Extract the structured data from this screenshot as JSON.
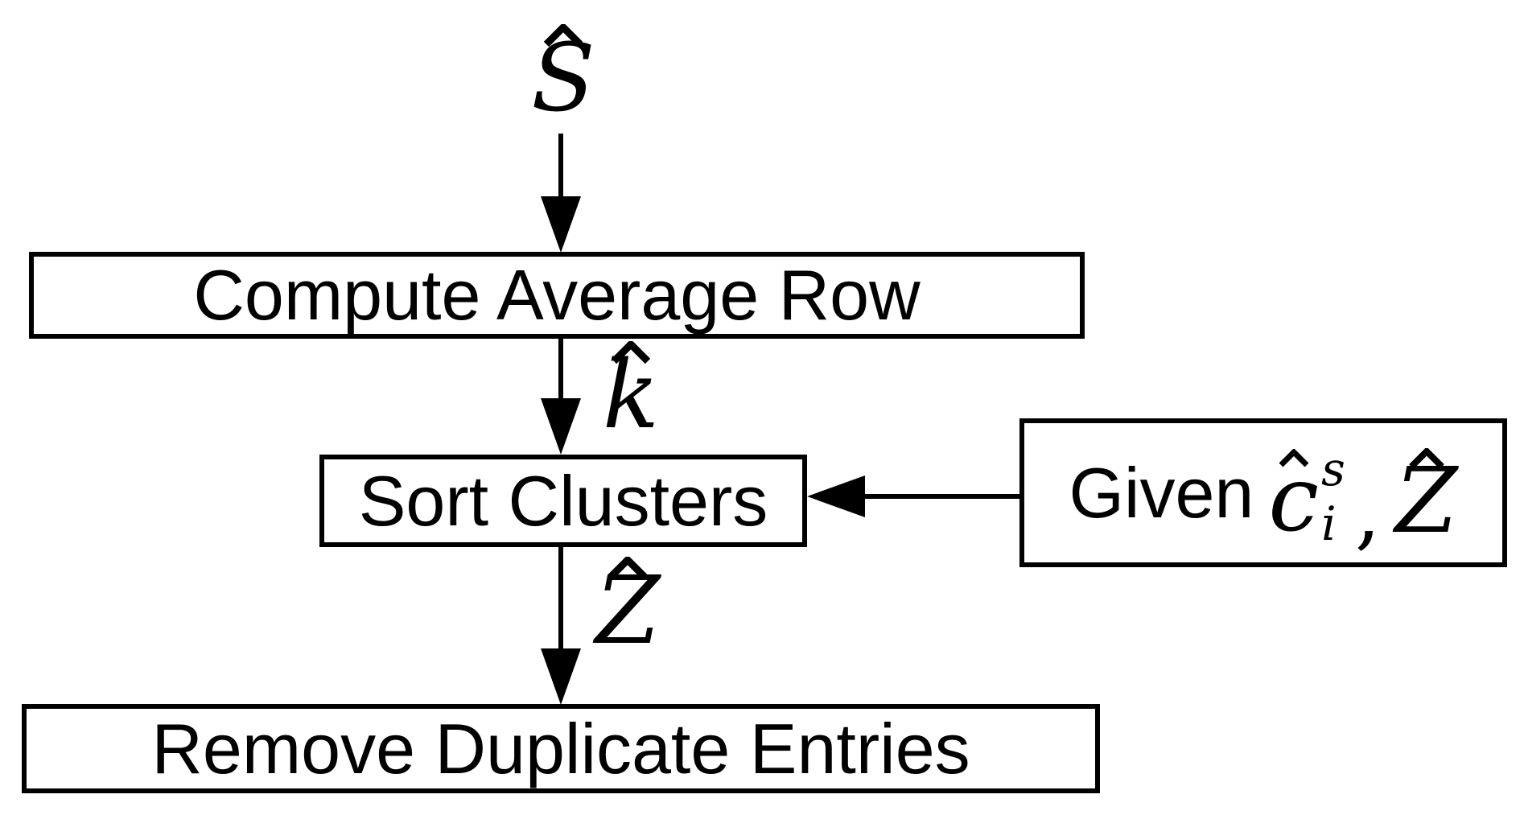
{
  "colors": {
    "ink": "#000000",
    "background": "#ffffff"
  },
  "flow": {
    "input_symbol": {
      "letter": "S",
      "accent": "circumflex"
    },
    "step1": {
      "label": "Compute Average Row"
    },
    "edge_k": {
      "letter": "k",
      "accent": "circumflex"
    },
    "step2": {
      "label": "Sort Clusters"
    },
    "edge_z": {
      "letter": "Z",
      "accent": "circumflex"
    },
    "step3": {
      "label": "Remove Duplicate Entries"
    },
    "given": {
      "prefix": "Given",
      "c_term": {
        "letter": "c",
        "accent": "circumflex",
        "superscript": "s",
        "subscript": "i"
      },
      "comma": ",",
      "z_term": {
        "letter": "Z",
        "accent": "circumflex"
      }
    }
  }
}
